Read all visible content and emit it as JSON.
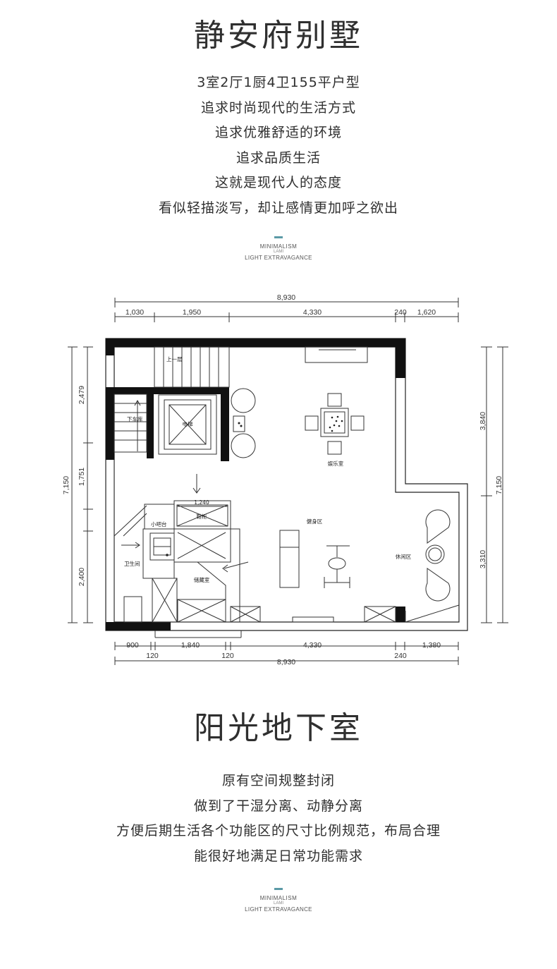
{
  "section1": {
    "title": "静安府别墅",
    "lines": [
      "3室2厅1厨4卫155平户型",
      "追求时尚现代的生活方式",
      "追求优雅舒适的环境",
      "追求品质生活",
      "这就是现代人的态度",
      "看似轻描淡写，却让感情更加呼之欲出"
    ]
  },
  "tagline": {
    "line1": "MINIMALISM",
    "line2": "LAMI",
    "line3": "LIGHT EXTRAVAGANCE"
  },
  "tagline2": {
    "line1": "MINIMALISM",
    "line2": "LAMI",
    "line3": "LIGHT EXTRAVAGANCE"
  },
  "accent_color": "#5b9aa6",
  "floorplan": {
    "dims_top_total": "8,930",
    "dims_top": [
      "1,030",
      "1,950",
      "4,330",
      "240",
      "1,620"
    ],
    "dims_bottom": [
      "900",
      "1,840",
      "4,330",
      "1,380"
    ],
    "dims_bottom_small": [
      "120",
      "120",
      "240"
    ],
    "dims_bottom_total": "8,930",
    "dims_left": [
      "2,479",
      "1,751",
      "2,400"
    ],
    "dims_left_total": "7,150",
    "dims_right": [
      "3,840",
      "3,310"
    ],
    "dims_right_total": "7,150",
    "dim_inner": "1,240",
    "rooms": {
      "upstairs": "上一层",
      "garage": "下车库",
      "elevator": "电梯",
      "entertainment": "娱乐室",
      "bar": "小吧台",
      "shoe": "鞋柜",
      "bathroom": "卫生间",
      "storage": "储藏室",
      "gym": "健身区",
      "lounge": "休闲区"
    }
  },
  "section2": {
    "title": "阳光地下室",
    "lines": [
      "原有空间规整封闭",
      "做到了干湿分离、动静分离",
      "方便后期生活各个功能区的尺寸比例规范，布局合理",
      "能很好地满足日常功能需求"
    ]
  }
}
